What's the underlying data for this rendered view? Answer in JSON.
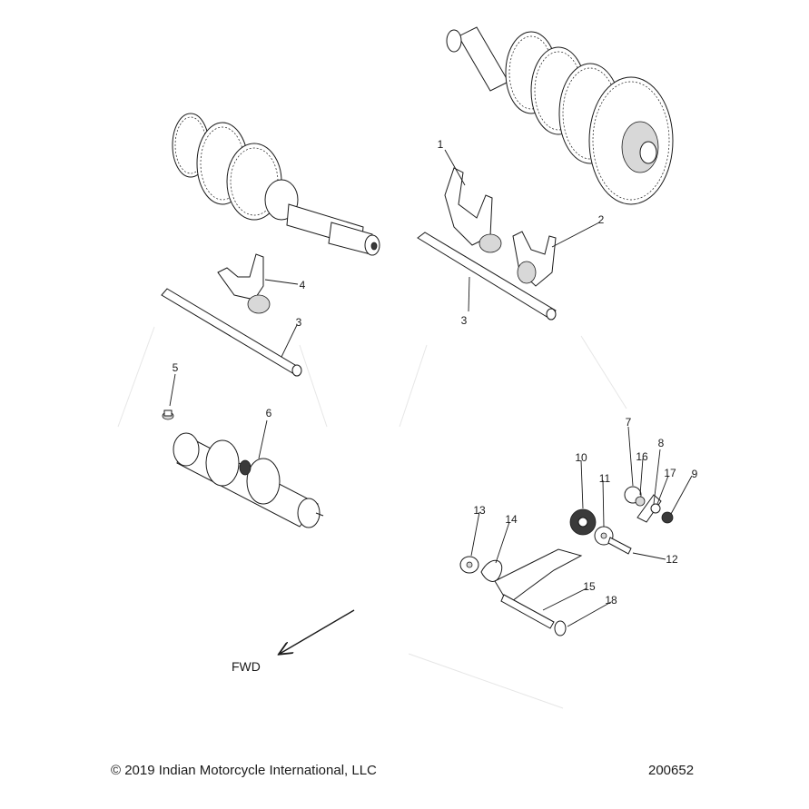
{
  "callouts": [
    {
      "id": "1"
    },
    {
      "id": "2"
    },
    {
      "id": "3a",
      "label": "3"
    },
    {
      "id": "3b",
      "label": "3"
    },
    {
      "id": "4"
    },
    {
      "id": "5"
    },
    {
      "id": "6"
    },
    {
      "id": "7"
    },
    {
      "id": "8"
    },
    {
      "id": "9"
    },
    {
      "id": "10"
    },
    {
      "id": "11"
    },
    {
      "id": "12"
    },
    {
      "id": "13"
    },
    {
      "id": "14"
    },
    {
      "id": "15"
    },
    {
      "id": "16"
    },
    {
      "id": "17"
    },
    {
      "id": "18"
    }
  ],
  "labels": {
    "c1": "1",
    "c2": "2",
    "c3a": "3",
    "c3b": "3",
    "c4": "4",
    "c5": "5",
    "c6": "6",
    "c7": "7",
    "c8": "8",
    "c9": "9",
    "c10": "10",
    "c11": "11",
    "c12": "12",
    "c13": "13",
    "c14": "14",
    "c15": "15",
    "c16": "16",
    "c17": "17",
    "c18": "18"
  },
  "direction_label": "FWD",
  "footer": {
    "copyright": "© 2019 Indian Motorcycle International, LLC",
    "drawing_number": "200652"
  }
}
